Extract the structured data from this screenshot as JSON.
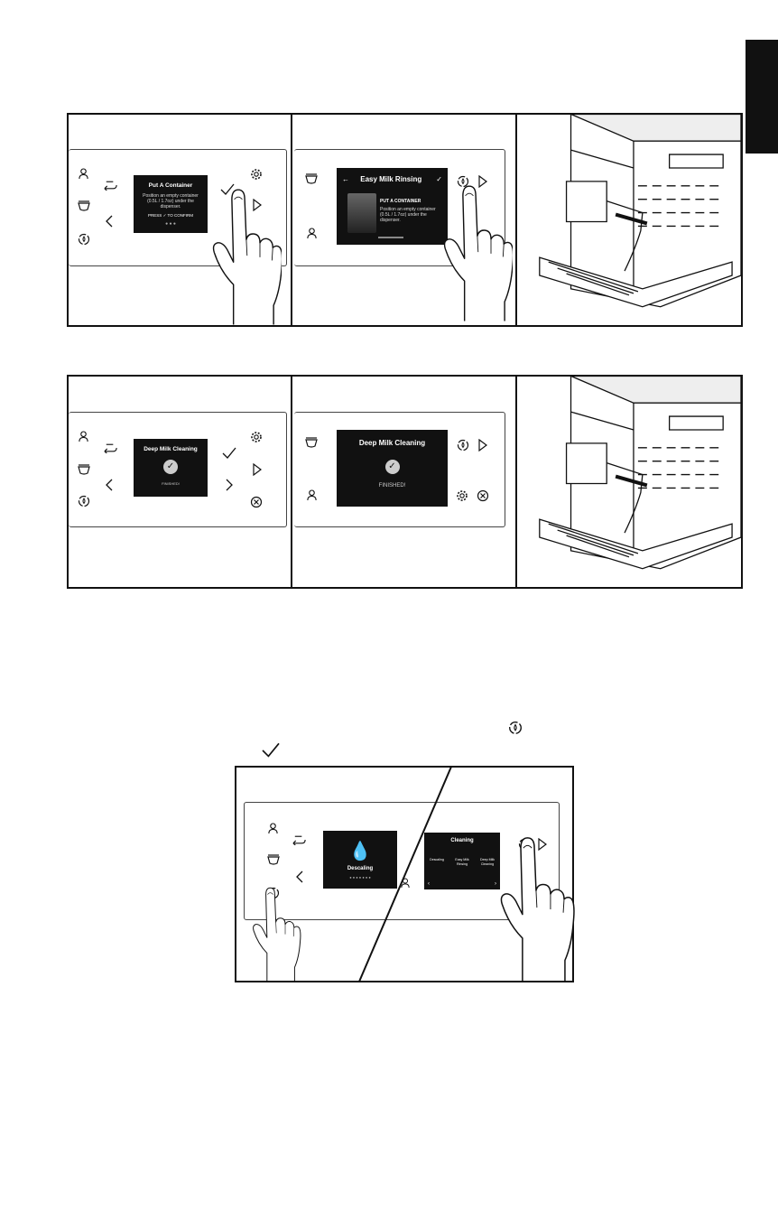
{
  "colors": {
    "ink": "#111111",
    "screen": "#111111",
    "tab": "#111111"
  },
  "row1": {
    "panel1": {
      "title": "Put A Container",
      "text": "Position an empty container (0.5L / 1.7oz) under the dispenser.",
      "press": "PRESS",
      "confirm": "TO CONFIRM"
    },
    "panel2": {
      "title": "Easy Milk Rinsing",
      "subtitle": "PUT A CONTAINER",
      "text": "Position an empty container (0.5L / 1.7oz) under the dispenser."
    }
  },
  "row2": {
    "panel1": {
      "title": "Deep Milk Cleaning",
      "status": "FINISHED!"
    },
    "panel2": {
      "title": "Deep Milk Cleaning",
      "status": "FINISHED!"
    }
  },
  "bottom": {
    "left_screen": {
      "label": "Descaling"
    },
    "right_screen": {
      "title": "Cleaning",
      "items": [
        "Descaling",
        "Easy Milk Rinsing",
        "Deep Milk Cleaning"
      ]
    }
  },
  "icons": [
    "user-icon",
    "back-arrow-icon",
    "cup-icon",
    "chevron-left-icon",
    "clean-icon",
    "settings-icon",
    "check-icon",
    "play-icon",
    "chevron-right-icon",
    "cancel-icon",
    "droplet-icon"
  ]
}
